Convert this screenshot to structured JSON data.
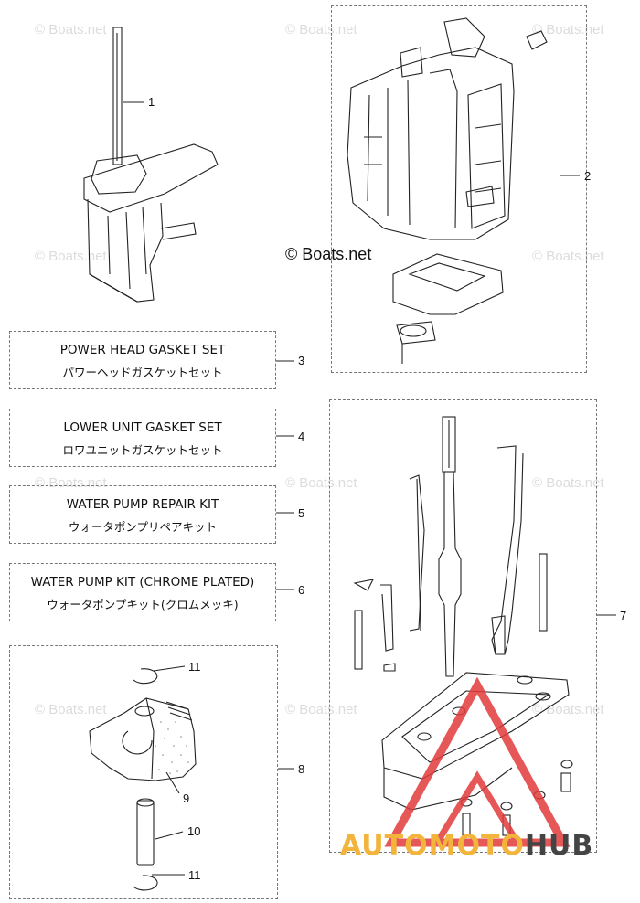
{
  "watermark": "© Boats.net",
  "copyright": "© Boats.net",
  "logo": {
    "part1": "AUTOMOTO",
    "part2": "HUB",
    "color1": "#f2b43a",
    "color2": "#444444",
    "triangle_color": "#e23b3b"
  },
  "kits": [
    {
      "num": "3",
      "en": "POWER HEAD GASKET SET",
      "jp": "パワーヘッドガスケットセット"
    },
    {
      "num": "4",
      "en": "LOWER UNIT GASKET SET",
      "jp": "ロワユニットガスケットセット"
    },
    {
      "num": "5",
      "en": "WATER PUMP REPAIR KIT",
      "jp": "ウォータポンプリペアキット"
    },
    {
      "num": "6",
      "en": "WATER PUMP KIT (CHROME PLATED)",
      "jp": "ウォータポンプキット(クロムメッキ)"
    }
  ],
  "callouts": {
    "c1": "1",
    "c2": "2",
    "c7": "7",
    "c8": "8",
    "c9": "9",
    "c10": "10",
    "c11a": "11",
    "c11b": "11"
  }
}
